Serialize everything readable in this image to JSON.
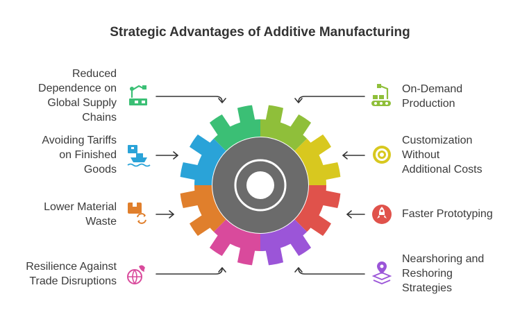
{
  "title": "Strategic Advantages of Additive Manufacturing",
  "left_items": [
    {
      "lines": [
        "Reduced",
        "Dependence on",
        "Global Supply",
        "Chains"
      ],
      "icon": "supply-chain-icon",
      "color": "#3bbf75"
    },
    {
      "lines": [
        "Avoiding Tariffs",
        "on Finished",
        "Goods"
      ],
      "icon": "shipping-icon",
      "color": "#2aa3d8"
    },
    {
      "lines": [
        "Lower Material",
        "Waste"
      ],
      "icon": "recycle-box-icon",
      "color": "#e07f2c"
    },
    {
      "lines": [
        "Resilience Against",
        "Trade Disruptions"
      ],
      "icon": "globe-icon",
      "color": "#d94a9c"
    }
  ],
  "right_items": [
    {
      "lines": [
        "On-Demand",
        "Production"
      ],
      "icon": "conveyor-icon",
      "color": "#8fbf3a"
    },
    {
      "lines": [
        "Customization",
        "Without",
        "Additional Costs"
      ],
      "icon": "lifebuoy-icon",
      "color": "#d8c81f"
    },
    {
      "lines": [
        "Faster Prototyping"
      ],
      "icon": "rocket-icon",
      "color": "#e0524b"
    },
    {
      "lines": [
        "Nearshoring and",
        "Reshoring",
        "Strategies"
      ],
      "icon": "map-pin-icon",
      "color": "#9b55d8"
    }
  ],
  "gear_colors": [
    "#8fbf3a",
    "#d8c81f",
    "#e0524b",
    "#9b55d8",
    "#d94a9c",
    "#e07f2c",
    "#2aa3d8",
    "#3bbf75"
  ],
  "arrow_color": "#333333",
  "hub_color": "#6b6b6b"
}
